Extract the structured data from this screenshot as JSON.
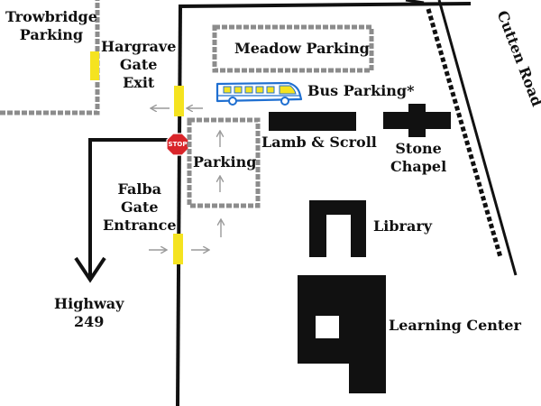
{
  "colors": {
    "ink": "#111111",
    "lot_border": "#8c8c8c",
    "gate": "#f5e320",
    "arrow": "#9a9a9a",
    "stop": "#d9252a",
    "bus": "#1f6fd1"
  },
  "labels": {
    "trowbridge": [
      "Trowbridge",
      "Parking"
    ],
    "hargrave": [
      "Hargrave",
      "Gate",
      "Exit"
    ],
    "meadow": "Meadow Parking",
    "bus_parking": "Bus Parking*",
    "lamb_scroll": "Lamb & Scroll",
    "stone_chapel": [
      "Stone",
      "Chapel"
    ],
    "parking": "Parking",
    "falba": [
      "Falba",
      "Gate",
      "Entrance"
    ],
    "library": "Library",
    "highway": [
      "Highway",
      "249"
    ],
    "learning_center": "Learning Center",
    "cutten_road": "Cutten Road",
    "stop_sign": "STOP"
  },
  "icons": {
    "stop": "stop-sign-icon",
    "bus": "bus-icon"
  }
}
